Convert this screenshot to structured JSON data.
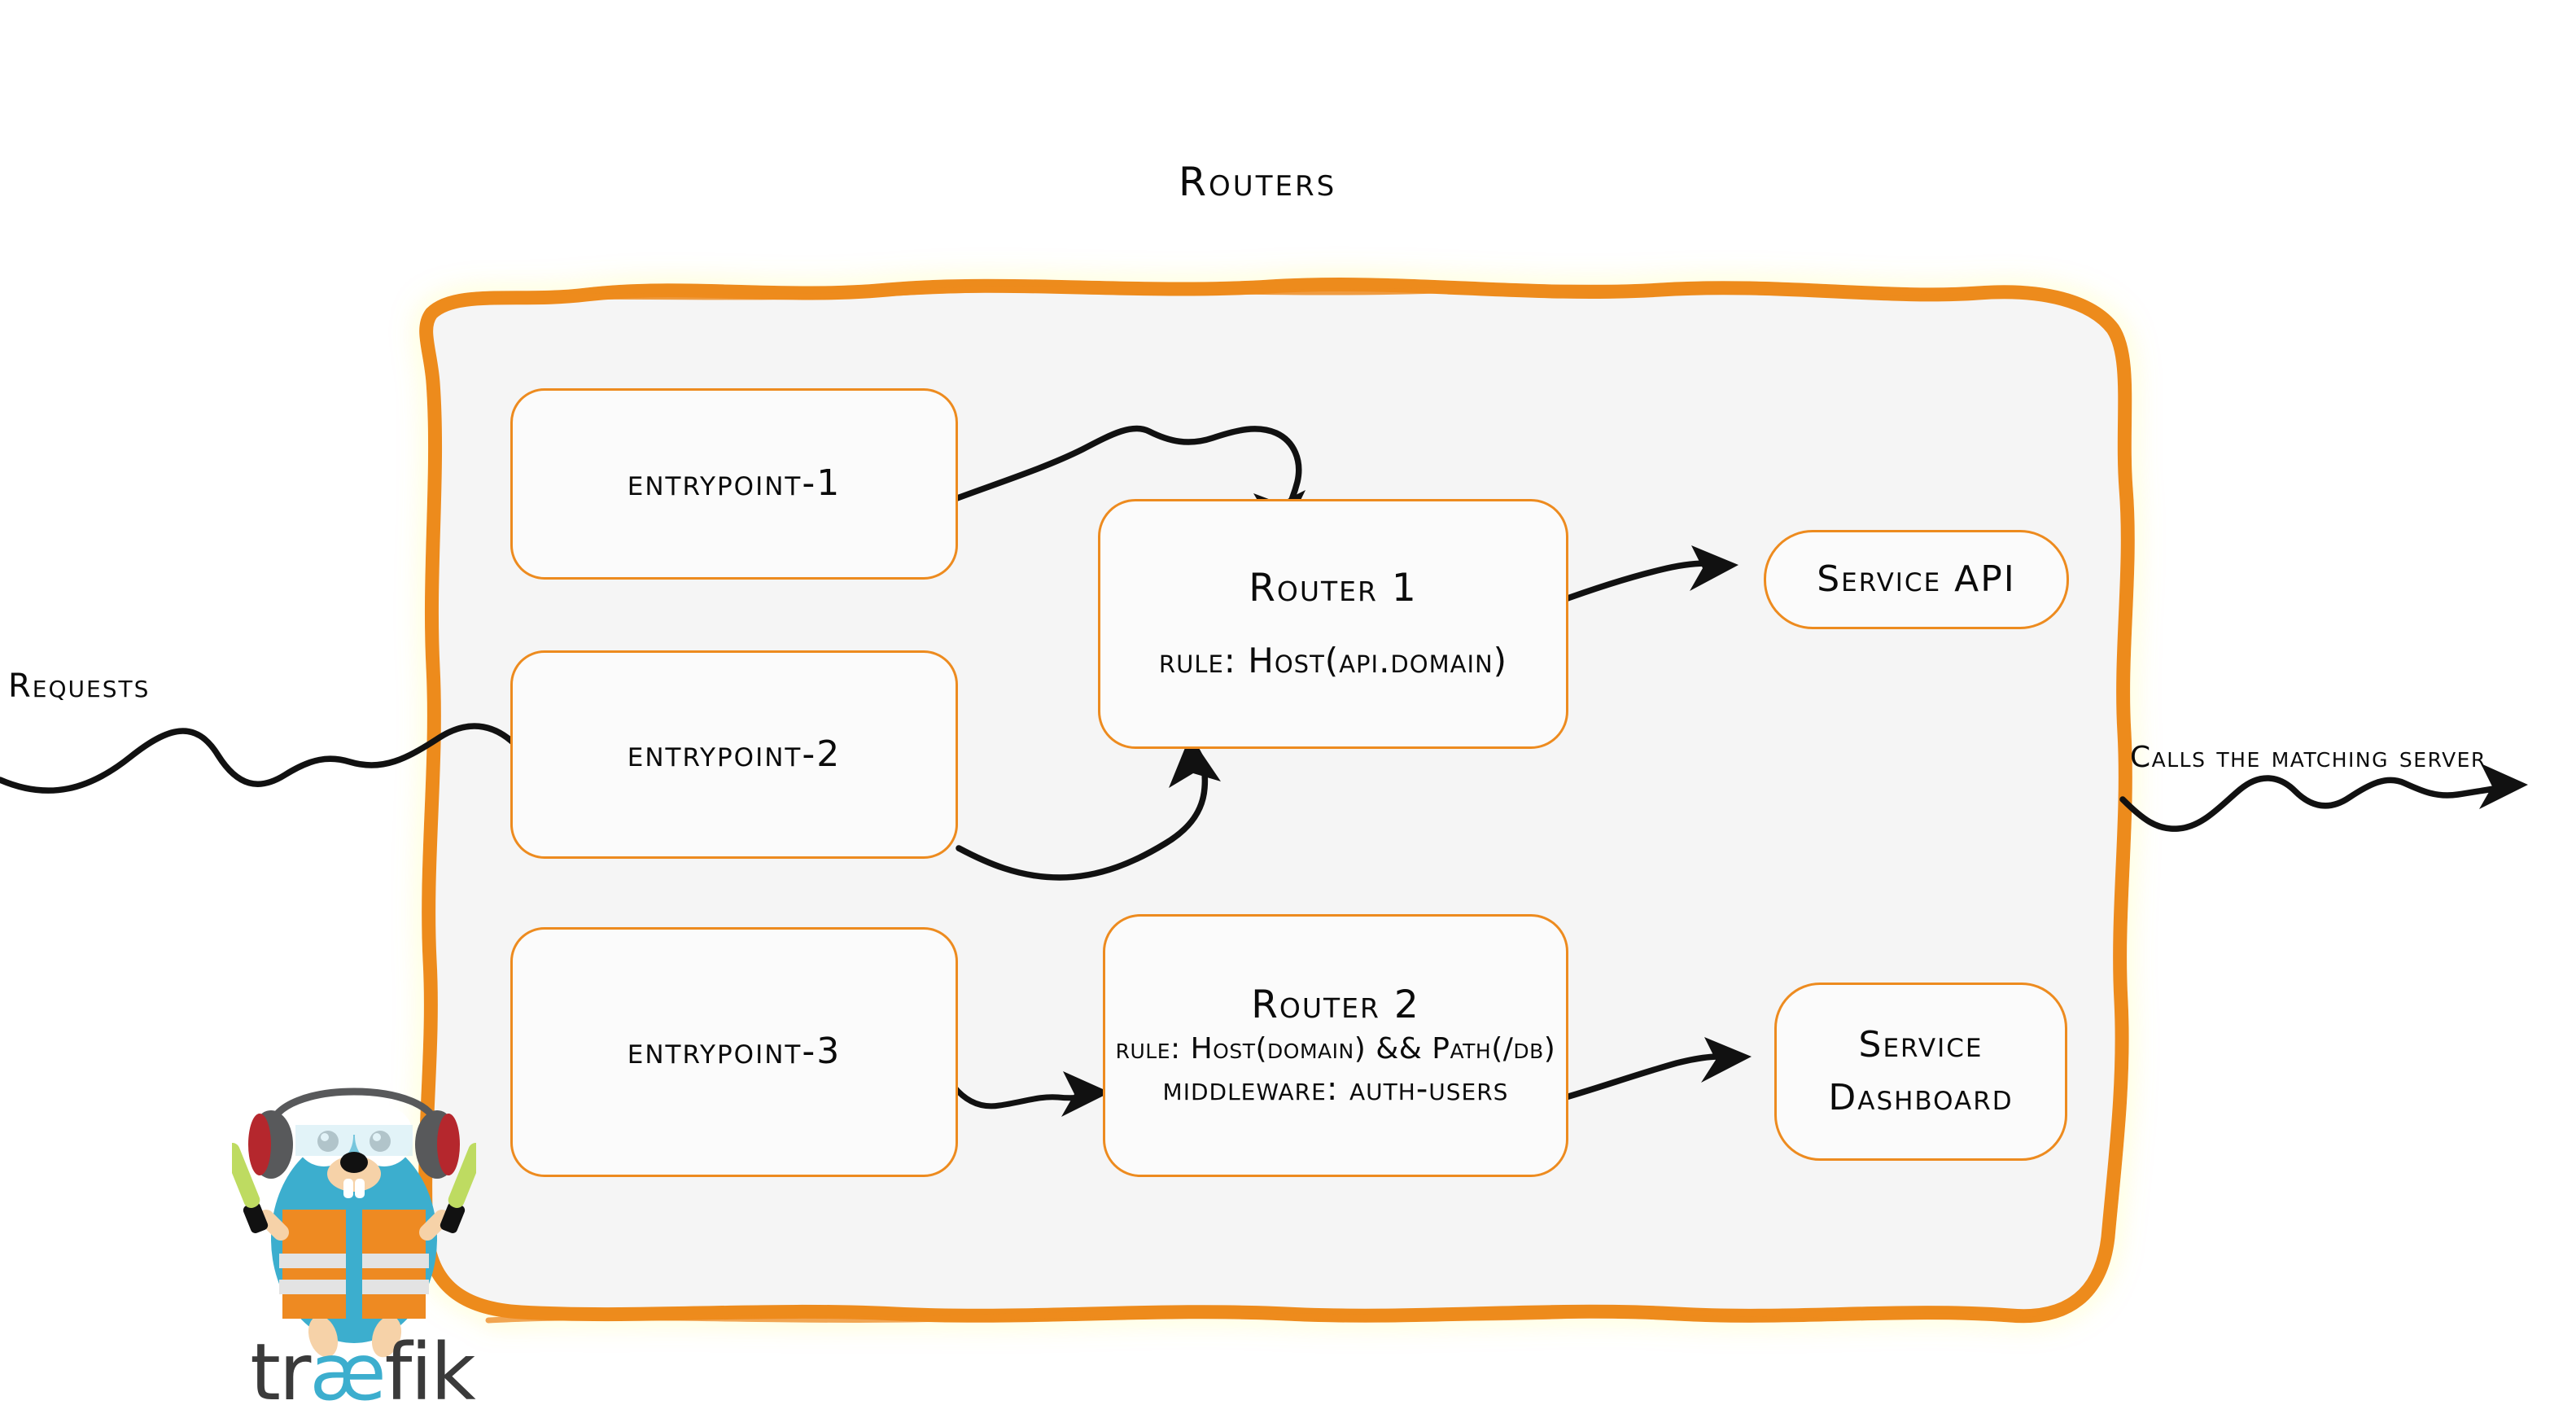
{
  "diagram": {
    "title": "Routers",
    "container": {
      "border_color": "#ED8B1F",
      "fill_color": "#F5F5F5"
    }
  },
  "entrypoints": [
    {
      "id": "entrypoint-1",
      "label": "entrypoint-1"
    },
    {
      "id": "entrypoint-2",
      "label": "entrypoint-2"
    },
    {
      "id": "entrypoint-3",
      "label": "entrypoint-3"
    }
  ],
  "routers": [
    {
      "id": "router-1",
      "title": "Router 1",
      "rule": "rule: Host(api.domain)"
    },
    {
      "id": "router-2",
      "title": "Router 2",
      "rule": "rule: Host(domain) && Path(/db)",
      "middleware": "middleware: auth-users"
    }
  ],
  "services": [
    {
      "id": "service-api",
      "label": "Service API"
    },
    {
      "id": "service-dashboard",
      "label_line1": "Service",
      "label_line2": "Dashboard"
    }
  ],
  "captions": {
    "incoming": "Requests",
    "outgoing": "Calls the matching server"
  },
  "logo": {
    "wordmark_before": "tr",
    "wordmark_ligature": "æ",
    "wordmark_after": "fik",
    "body_color": "#3CAECE",
    "vest_color": "#EE8A22",
    "baton_color": "#BEDB61",
    "headphone_color": "#58595B",
    "headphone_accent": "#B5272D",
    "wordmark_color": "#3A3A3A",
    "ligature_color": "#3CAECE"
  }
}
